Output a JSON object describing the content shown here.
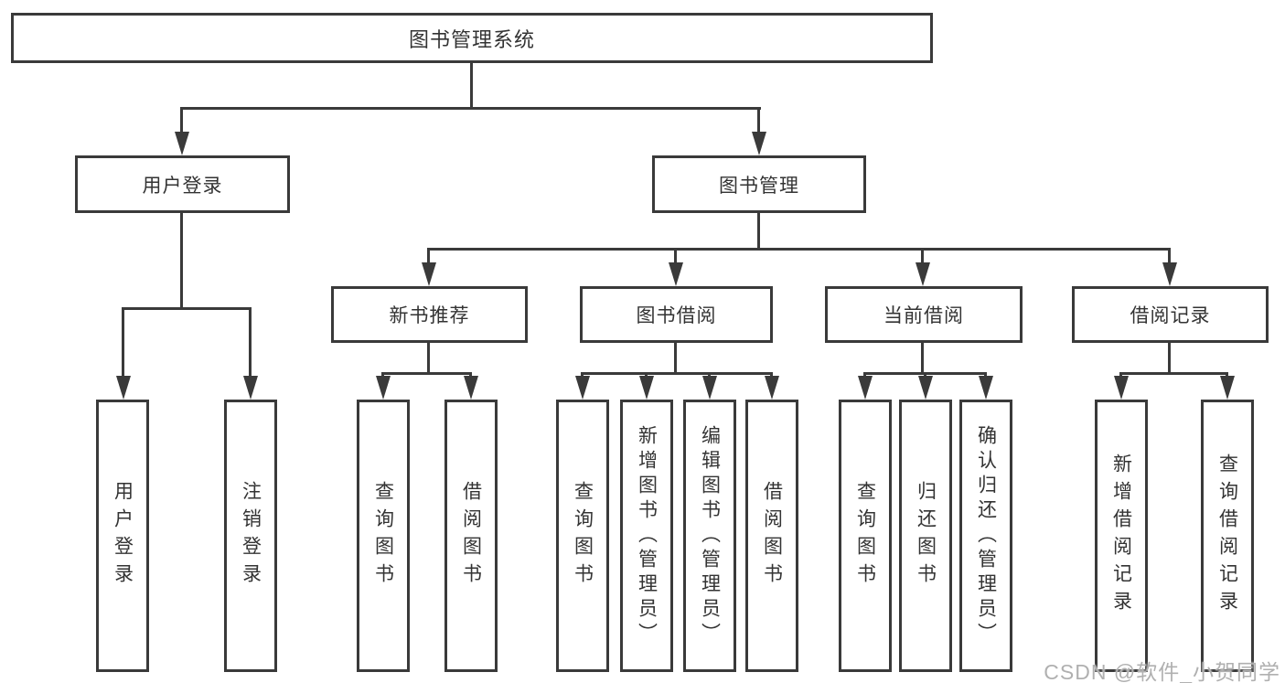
{
  "nodes": {
    "root": "图书管理系统",
    "user_login": "用户登录",
    "book_mgmt": "图书管理",
    "login_user": "用户登录",
    "login_logout": "注销登录",
    "new_book": "新书推荐",
    "book_borrow": "图书借阅",
    "current_borrow": "当前借阅",
    "borrow_record": "借阅记录",
    "nb_query": "查询图书",
    "nb_borrow": "借阅图书",
    "bb_query": "查询图书",
    "bb_add": "新增图书（管理员）",
    "bb_edit": "编辑图书（管理员）",
    "bb_borrow": "借阅图书",
    "cb_query": "查询图书",
    "cb_return": "归还图书",
    "cb_confirm": "确认归还（管理员）",
    "br_add": "新增借阅记录",
    "br_query": "查询借阅记录"
  },
  "watermark": "CSDN @软件_小贺同学",
  "colors": {
    "line": "#3a3a3a",
    "text": "#333333",
    "background": "#ffffff",
    "watermark": "#b0b0b0"
  }
}
